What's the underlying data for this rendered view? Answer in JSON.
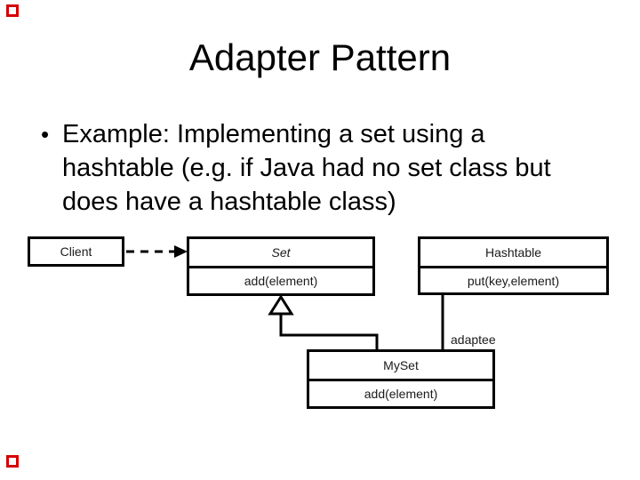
{
  "slide": {
    "title": "Adapter Pattern",
    "bullet_glyph": "•",
    "bullet_lines": [
      "Example: Implementing a set using a",
      "hashtable (e.g. if Java had no set class but",
      "does have a hashtable class)"
    ],
    "accent_color": "#d40000"
  },
  "diagram": {
    "client": {
      "name": "Client"
    },
    "set": {
      "name": "Set",
      "method": "add(element)"
    },
    "hashtable": {
      "name": "Hashtable",
      "method": "put(key,element)"
    },
    "myset": {
      "name": "MySet",
      "method": "add(element)"
    },
    "adaptee_label": "adaptee"
  }
}
